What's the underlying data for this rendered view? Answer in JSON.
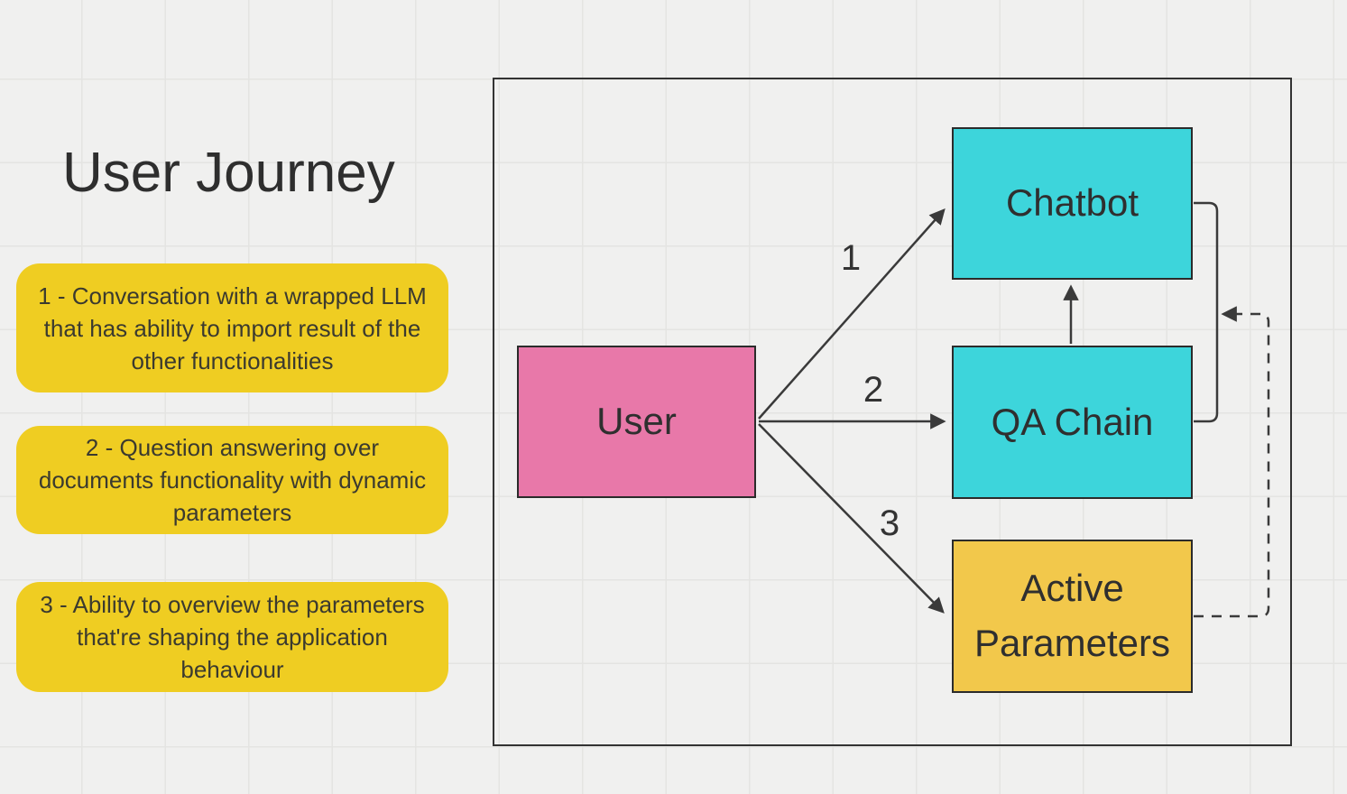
{
  "title": "User Journey",
  "notes": [
    {
      "id": "note-1",
      "text": "1 - Conversation with a wrapped LLM\nthat has ability to import result of the\nother functionalities"
    },
    {
      "id": "note-2",
      "text": "2 - Question answering over\ndocuments functionality with dynamic\nparameters"
    },
    {
      "id": "note-3",
      "text": "3 - Ability to overview the parameters\nthat're shaping the application\nbehaviour"
    }
  ],
  "diagram": {
    "nodes": [
      {
        "id": "user",
        "label": "User",
        "fill": "#e878a9"
      },
      {
        "id": "chatbot",
        "label": "Chatbot",
        "fill": "#3dd5db"
      },
      {
        "id": "qa-chain",
        "label": "QA Chain",
        "fill": "#3dd5db"
      },
      {
        "id": "active-parameters",
        "label": "Active Parameters",
        "fill": "#f2c84b"
      }
    ],
    "edges": [
      {
        "from": "user",
        "to": "chatbot",
        "label": "1",
        "style": "solid-arrow"
      },
      {
        "from": "user",
        "to": "qa-chain",
        "label": "2",
        "style": "solid-arrow"
      },
      {
        "from": "user",
        "to": "active-parameters",
        "label": "3",
        "style": "solid-arrow"
      },
      {
        "from": "qa-chain",
        "to": "chatbot",
        "label": "",
        "style": "solid-arrow"
      },
      {
        "from": "chatbot",
        "to": "qa-chain",
        "label": "",
        "style": "solid-connector-right"
      },
      {
        "from": "active-parameters",
        "to": "chatbot-qa-connector",
        "label": "",
        "style": "dashed-arrow"
      }
    ]
  },
  "colors": {
    "bg-color": "#f0f0ef",
    "grid-line": "#e4e4e2",
    "stroke": "#3a3a3a",
    "node-border": "#2b2b2b",
    "user-fill": "#e878a9",
    "cyan-fill": "#3dd5db",
    "params-fill": "#f2c84b",
    "note-fill": "#efcd22",
    "title-color": "#2e2e2e",
    "label-color": "#2f2f2f",
    "note-text": "#3b3a2f"
  }
}
